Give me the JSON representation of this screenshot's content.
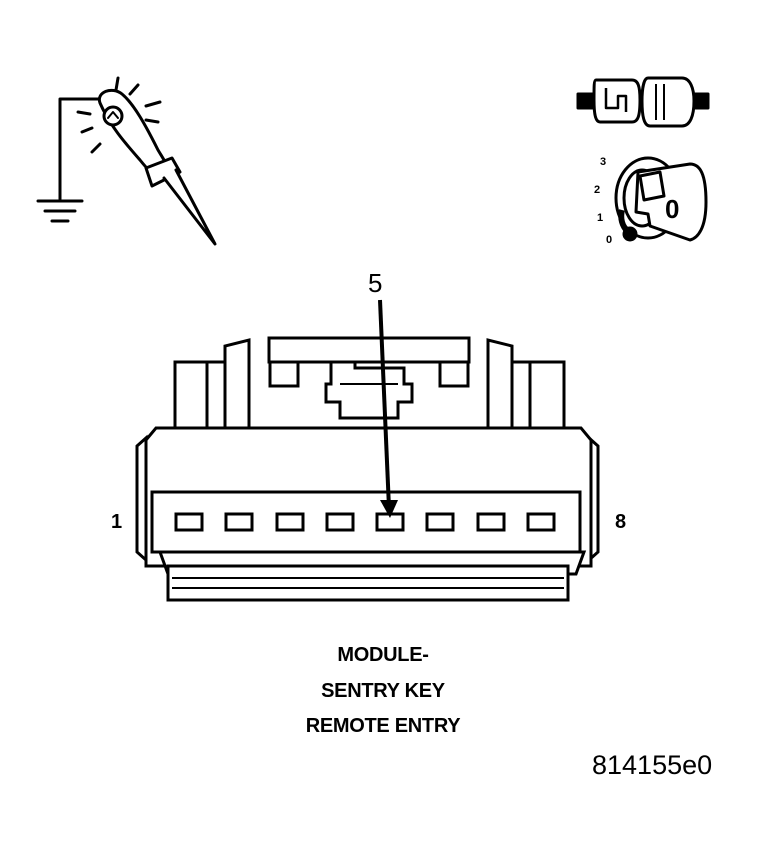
{
  "connector": {
    "pin_first": "1",
    "pin_last": "8",
    "pin_count": 8,
    "callout_pin": "5"
  },
  "key_positions": [
    "0",
    "1",
    "2",
    "3"
  ],
  "key_letter": "0",
  "caption": {
    "line1": "MODULE-",
    "line2": "SENTRY KEY",
    "line3": "REMOTE ENTRY"
  },
  "figure_id": "814155e0",
  "icons": [
    "test-light-ground-icon",
    "connector-disconnect-icon",
    "ignition-key-icon"
  ]
}
